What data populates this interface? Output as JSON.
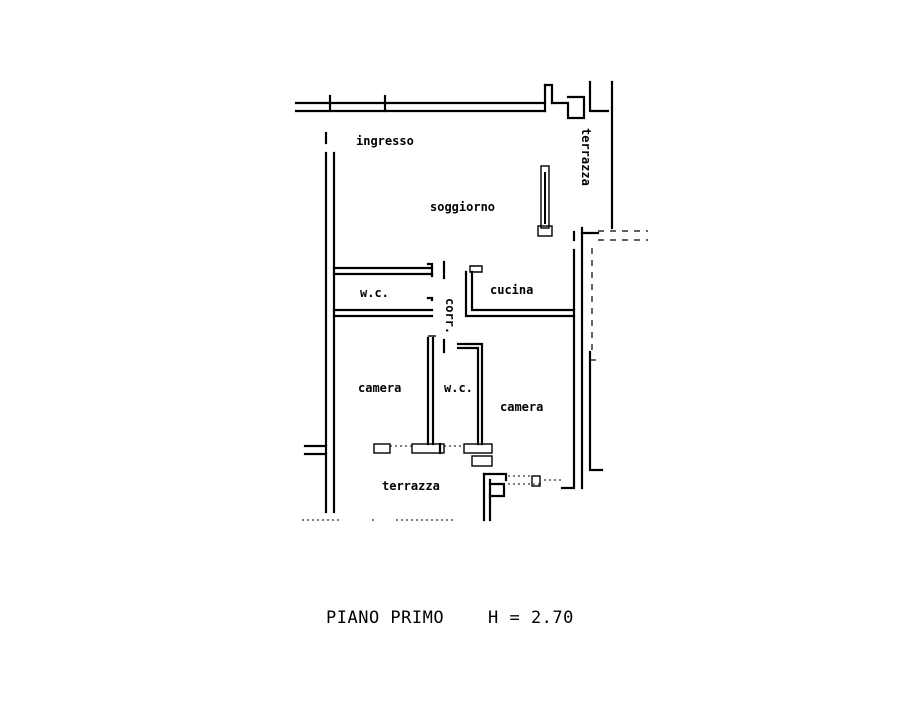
{
  "rooms": {
    "ingresso": "ingresso",
    "soggiorno": "soggiorno",
    "terrazza_right": "terrazza",
    "wc_upper": "w.c.",
    "cucina": "cucina",
    "corr": "corr.",
    "camera_left": "camera",
    "wc_lower": "w.c.",
    "camera_right": "camera",
    "terrazza_bottom": "terrazza"
  },
  "caption": {
    "floor": "PIANO PRIMO",
    "height": "H = 2.70"
  }
}
